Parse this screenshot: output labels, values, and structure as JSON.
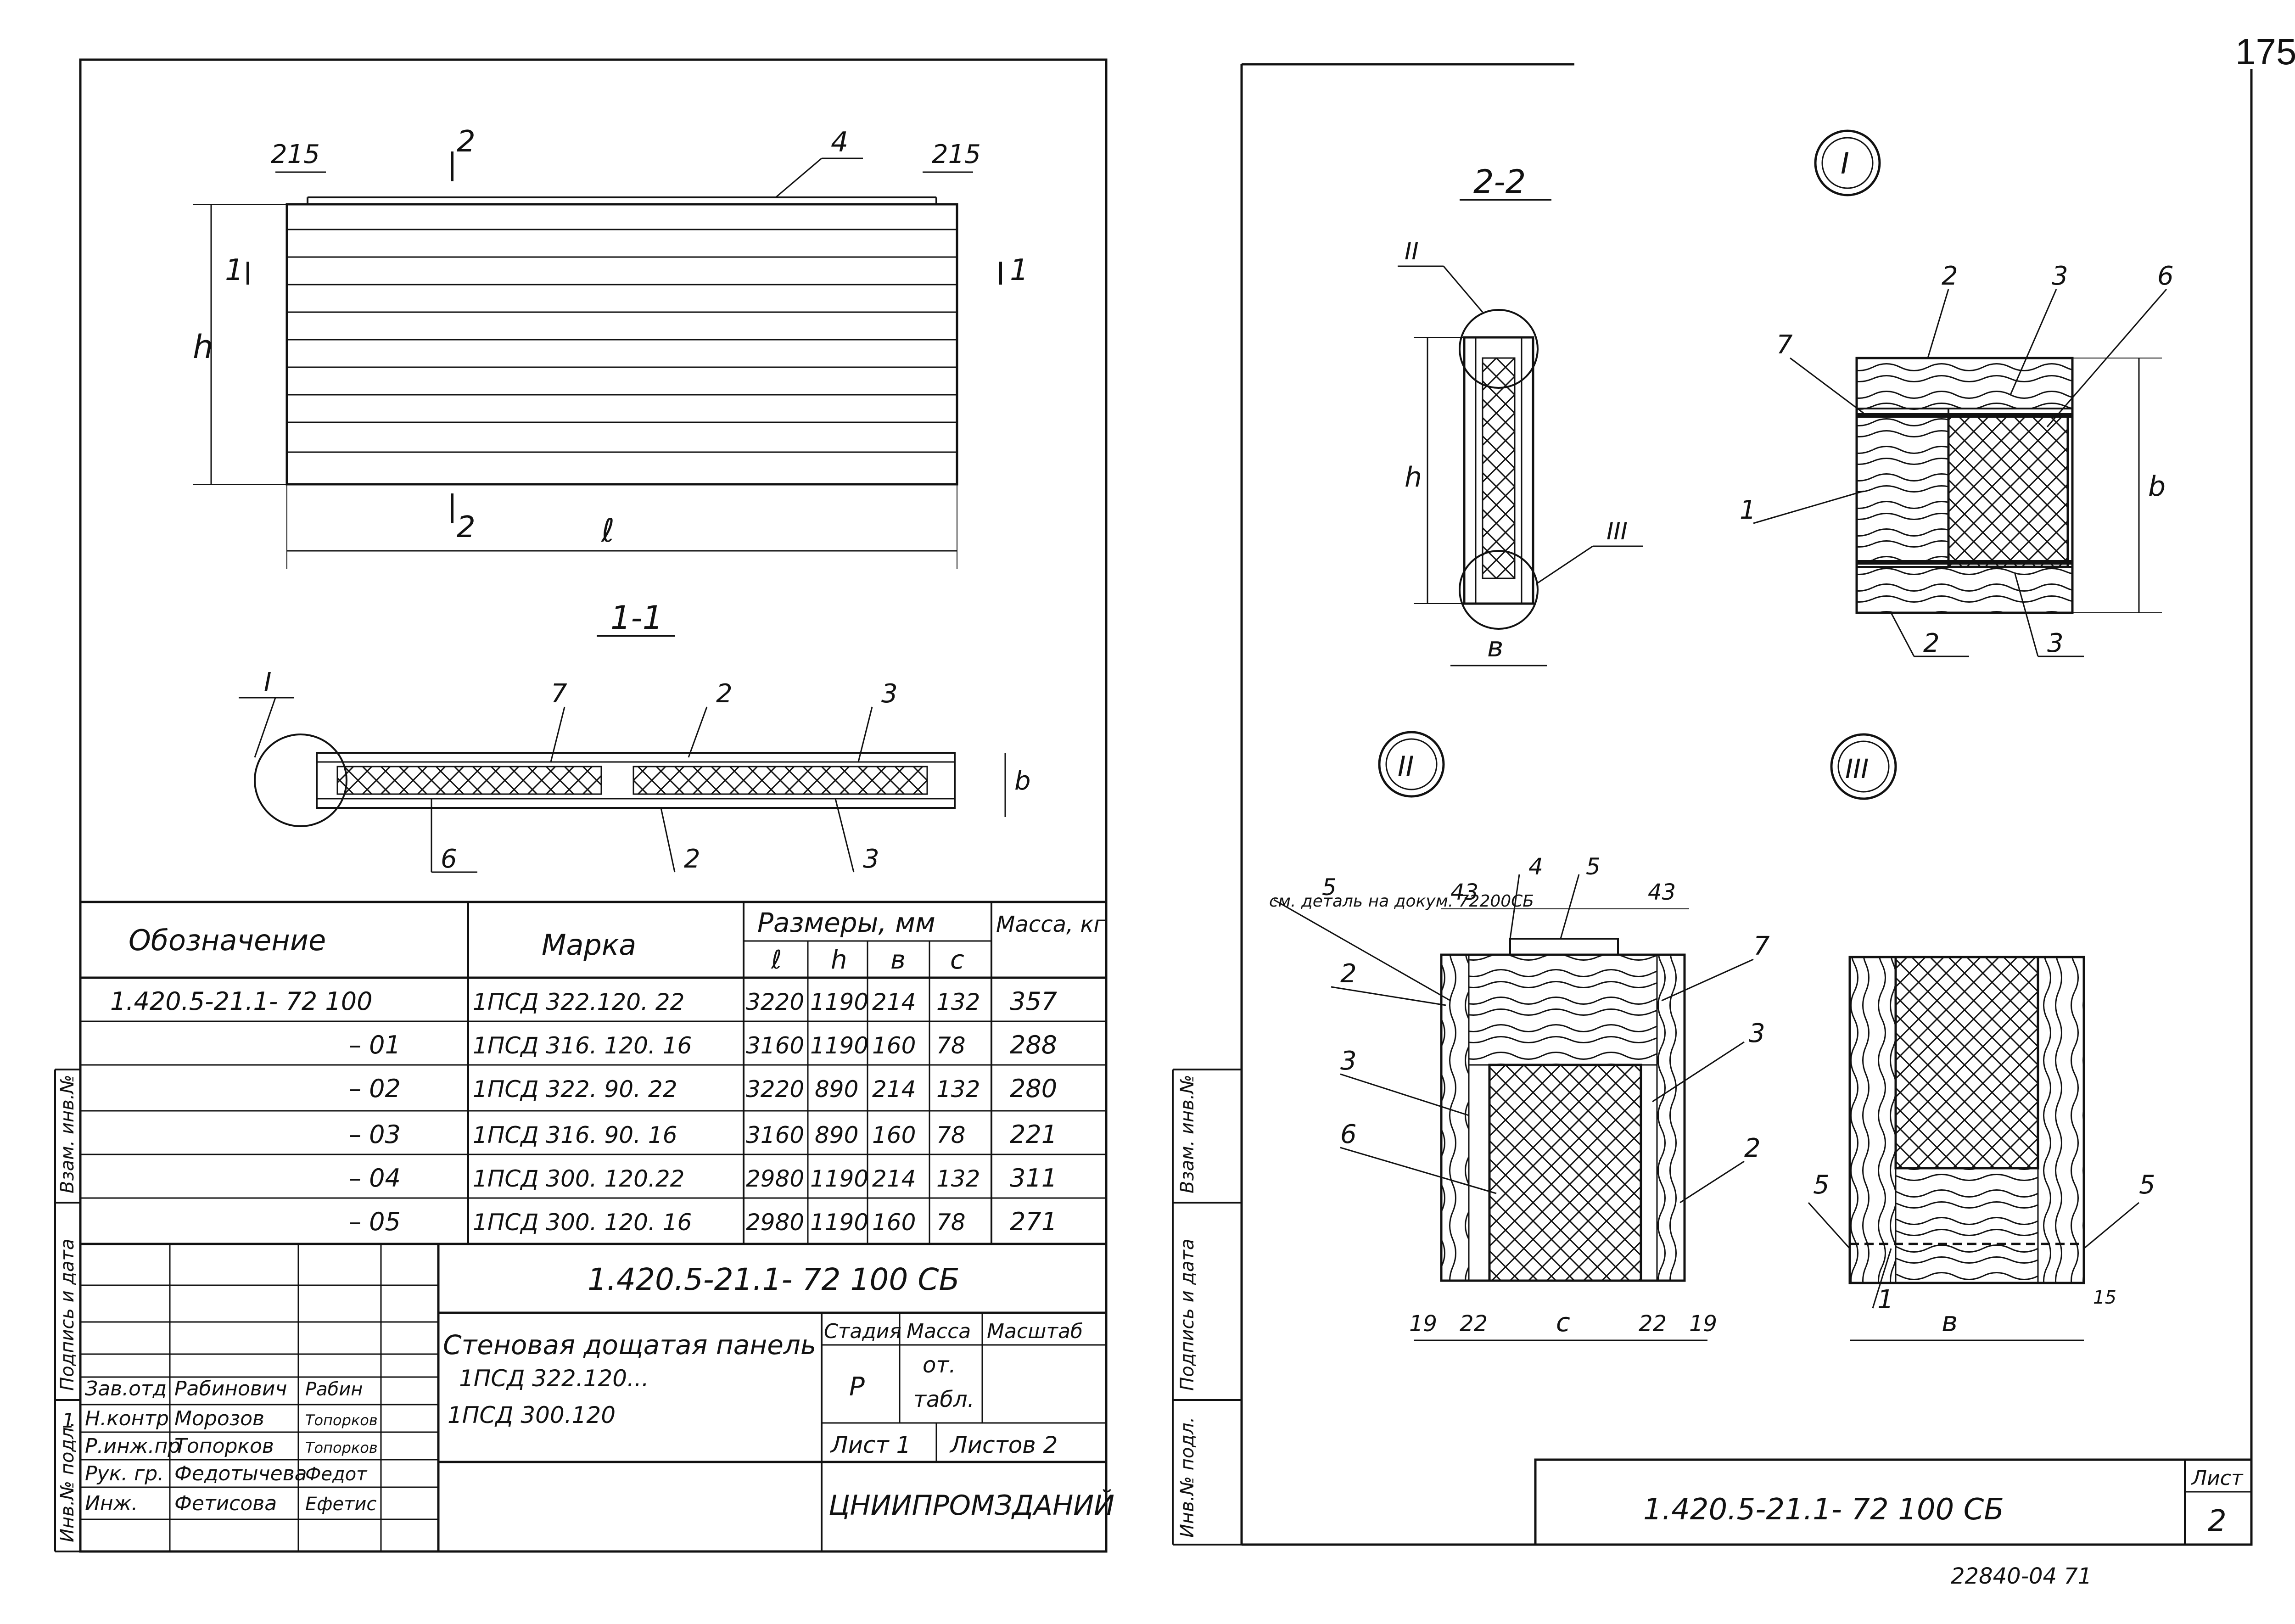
{
  "page_number": "175",
  "left_sheet": {
    "plan_dims": {
      "end_left": "215",
      "end_right": "215",
      "height": "h",
      "length": "ℓ"
    },
    "callouts_plan": {
      "section_1": "1",
      "section_2": "2",
      "pos_4": "4"
    },
    "section_title_1_1": "1-1",
    "section_1_1_callouts": [
      "I",
      "7",
      "2",
      "3",
      "6",
      "2",
      "3"
    ],
    "section_1_1_dim": "b",
    "spec_table": {
      "headers": {
        "designation": "Обозначение",
        "mark": "Марка",
        "sizes": "Размеры, мм",
        "mass": "Масса, кг",
        "l": "ℓ",
        "h": "h",
        "b": "в",
        "c": "с"
      },
      "rows": [
        {
          "designation": "1.420.5-21.1- 72 100",
          "mark": "1ПСД 322.120. 22",
          "l": "3220",
          "h": "1190",
          "b": "214",
          "c": "132",
          "mass": "357"
        },
        {
          "designation": "– 01",
          "mark": "1ПСД 316. 120. 16",
          "l": "3160",
          "h": "1190",
          "b": "160",
          "c": "78",
          "mass": "288"
        },
        {
          "designation": "– 02",
          "mark": "1ПСД 322. 90. 22",
          "l": "3220",
          "h": "890",
          "b": "214",
          "c": "132",
          "mass": "280"
        },
        {
          "designation": "– 03",
          "mark": "1ПСД 316. 90. 16",
          "l": "3160",
          "h": "890",
          "b": "160",
          "c": "78",
          "mass": "221"
        },
        {
          "designation": "– 04",
          "mark": "1ПСД 300. 120.22",
          "l": "2980",
          "h": "1190",
          "b": "214",
          "c": "132",
          "mass": "311"
        },
        {
          "designation": "– 05",
          "mark": "1ПСД 300. 120. 16",
          "l": "2980",
          "h": "1190",
          "b": "160",
          "c": "78",
          "mass": "271"
        }
      ]
    },
    "title_block": {
      "doc_code": "1.420.5-21.1- 72 100 СБ",
      "doc_name_line1": "Стеновая дощатая панель",
      "doc_name_line2": "1ПСД 322.120...",
      "doc_name_line3": "1ПСД 300.120",
      "stage_label": "Стадия",
      "mass_label": "Масса",
      "scale_label": "Масштаб",
      "stage_value": "Р",
      "mass_value_1": "от.",
      "mass_value_2": "табл.",
      "sheet_label": "Лист 1",
      "sheets_label": "Листов 2",
      "org": "ЦНИИПРОМЗДАНИЙ",
      "staff": [
        {
          "role": "Зав.отд",
          "name": "Рабинович",
          "sign": "Рабин"
        },
        {
          "role": "Н.контр",
          "name": "Морозов",
          "sign": "Топорков"
        },
        {
          "role": "Р.инж.пр",
          "name": "Топорков",
          "sign": "Топорков"
        },
        {
          "role": "Рук. гр.",
          "name": "Федотычева",
          "sign": "Федот"
        },
        {
          "role": "Инж.",
          "name": "Фетисова",
          "sign": "Ефетис"
        }
      ],
      "change_mark": "1"
    },
    "side_stamp": {
      "inv_orig": "Инв.№ подл.",
      "sign_date": "Подпись и дата",
      "inv_dup": "Взам. инв.№"
    }
  },
  "right_sheet": {
    "section_title_2_2": "2-2",
    "section_2_2_callouts": [
      "II",
      "III"
    ],
    "section_2_2_dims": {
      "h": "h",
      "b": "в"
    },
    "detail_I": {
      "label": "I",
      "callouts": [
        "2",
        "3",
        "6",
        "7",
        "1",
        "2",
        "3"
      ],
      "dim": "b"
    },
    "detail_II": {
      "label": "II",
      "note": "см. деталь на докум. 72200СБ",
      "callouts": [
        "5",
        "4",
        "5",
        "7",
        "2",
        "3",
        "3",
        "6",
        "2"
      ],
      "dims": [
        "43",
        "43",
        "19",
        "22",
        "с",
        "22",
        "19"
      ]
    },
    "detail_III": {
      "label": "III",
      "callouts": [
        "5",
        "5",
        "1"
      ],
      "dims": [
        "в",
        "15"
      ]
    },
    "title_block": {
      "doc_code": "1.420.5-21.1- 72 100 СБ",
      "sheet_label": "Лист",
      "sheet_no": "2"
    },
    "footer_code": "22840-04 71",
    "side_stamp": {
      "inv_orig": "Инв.№ подл.",
      "sign_date": "Подпись и дата",
      "inv_dup": "Взам. инв.№"
    }
  }
}
